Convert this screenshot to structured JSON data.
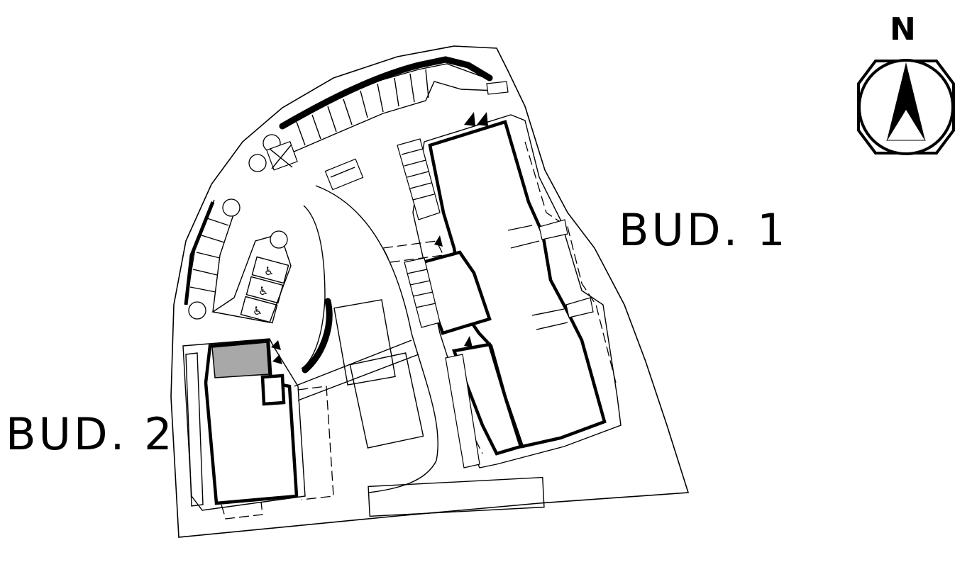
{
  "buildings": [
    {
      "id": "bud1",
      "label": "BUD. 1"
    },
    {
      "id": "bud2",
      "label": "BUD. 2"
    }
  ],
  "compass": {
    "letter": "N",
    "icon": "north-arrow-icon"
  },
  "highlight_color": "#a8a8a8",
  "icons": [
    "tree-icon",
    "wheelchair-parking-icon",
    "stairs-icon",
    "hedge-icon"
  ]
}
